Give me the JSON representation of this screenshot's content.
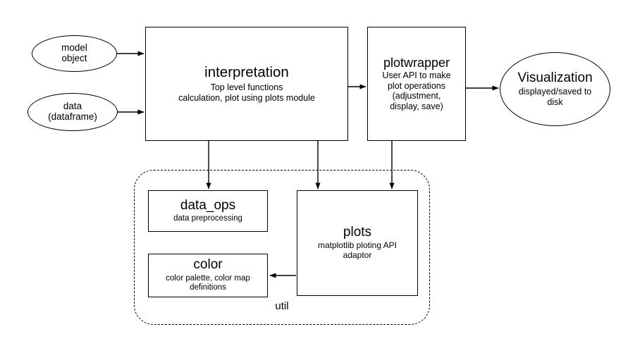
{
  "diagram": {
    "type": "flow-diagram",
    "background_color": "#ffffff",
    "stroke_color": "#000000",
    "nodes": {
      "model_object": {
        "shape": "ellipse",
        "title": "model\nobject"
      },
      "data_input": {
        "shape": "ellipse",
        "title": "data\n(dataframe)"
      },
      "interpretation": {
        "shape": "rectangle",
        "title": "interpretation",
        "subtitle": "Top level functions\ncalculation, plot using plots module"
      },
      "plotwrapper": {
        "shape": "rectangle",
        "title": "plotwrapper",
        "subtitle": "User API to make\nplot operations\n(adjustment,\ndisplay, save)"
      },
      "visualization": {
        "shape": "ellipse",
        "title": "Visualization",
        "subtitle": "displayed/saved to\ndisk"
      },
      "data_ops": {
        "shape": "rectangle",
        "title": "data_ops",
        "subtitle": "data preprocessing"
      },
      "color": {
        "shape": "rectangle",
        "title": "color",
        "subtitle": "color palette, color map\ndefinitions"
      },
      "plots": {
        "shape": "rectangle",
        "title": "plots",
        "subtitle": "matplotlib ploting API\nadaptor"
      }
    },
    "groups": {
      "util": {
        "label": "util",
        "style": "dashed-rounded-rectangle",
        "members": [
          "data_ops",
          "color",
          "plots"
        ]
      }
    },
    "edges": [
      {
        "from": "model_object",
        "to": "interpretation",
        "direction": "right",
        "arrow": "single"
      },
      {
        "from": "data_input",
        "to": "interpretation",
        "direction": "right",
        "arrow": "single"
      },
      {
        "from": "interpretation",
        "to": "plotwrapper",
        "direction": "right",
        "arrow": "single"
      },
      {
        "from": "plotwrapper",
        "to": "visualization",
        "direction": "right",
        "arrow": "single"
      },
      {
        "from": "interpretation",
        "to": "data_ops",
        "direction": "down",
        "arrow": "single"
      },
      {
        "from": "interpretation",
        "to": "plots",
        "direction": "down",
        "arrow": "single"
      },
      {
        "from": "plotwrapper",
        "to": "plots",
        "direction": "down",
        "arrow": "single"
      },
      {
        "from": "plots",
        "to": "color",
        "direction": "left",
        "arrow": "single"
      }
    ]
  }
}
